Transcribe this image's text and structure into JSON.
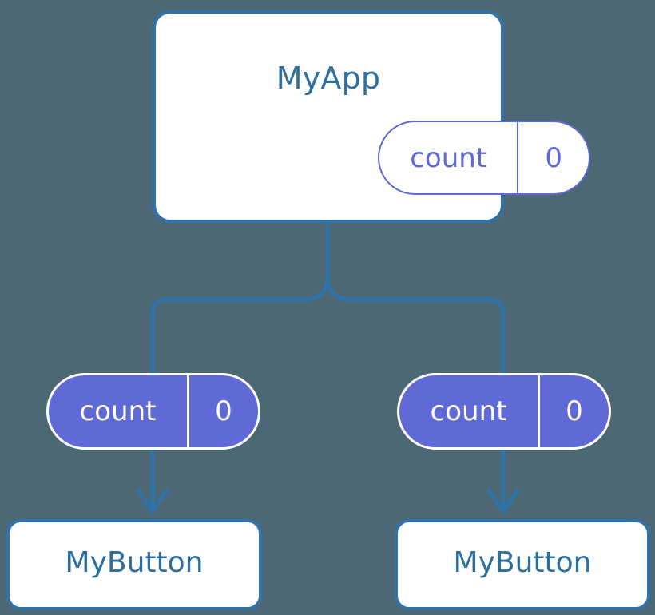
{
  "diagram": {
    "kind": "component-tree",
    "background_color": "#4c6875",
    "accent_blue": "#2d6f9f",
    "edge_blue": "#2f73a8",
    "state_purple": "#5f6ad7",
    "card_fill": "#ffffff"
  },
  "root": {
    "title": "MyApp",
    "state": {
      "key": "count",
      "value": "0"
    }
  },
  "children": [
    {
      "id": "left",
      "state": {
        "key": "count",
        "value": "0"
      },
      "title": "MyButton"
    },
    {
      "id": "right",
      "state": {
        "key": "count",
        "value": "0"
      },
      "title": "MyButton"
    }
  ]
}
